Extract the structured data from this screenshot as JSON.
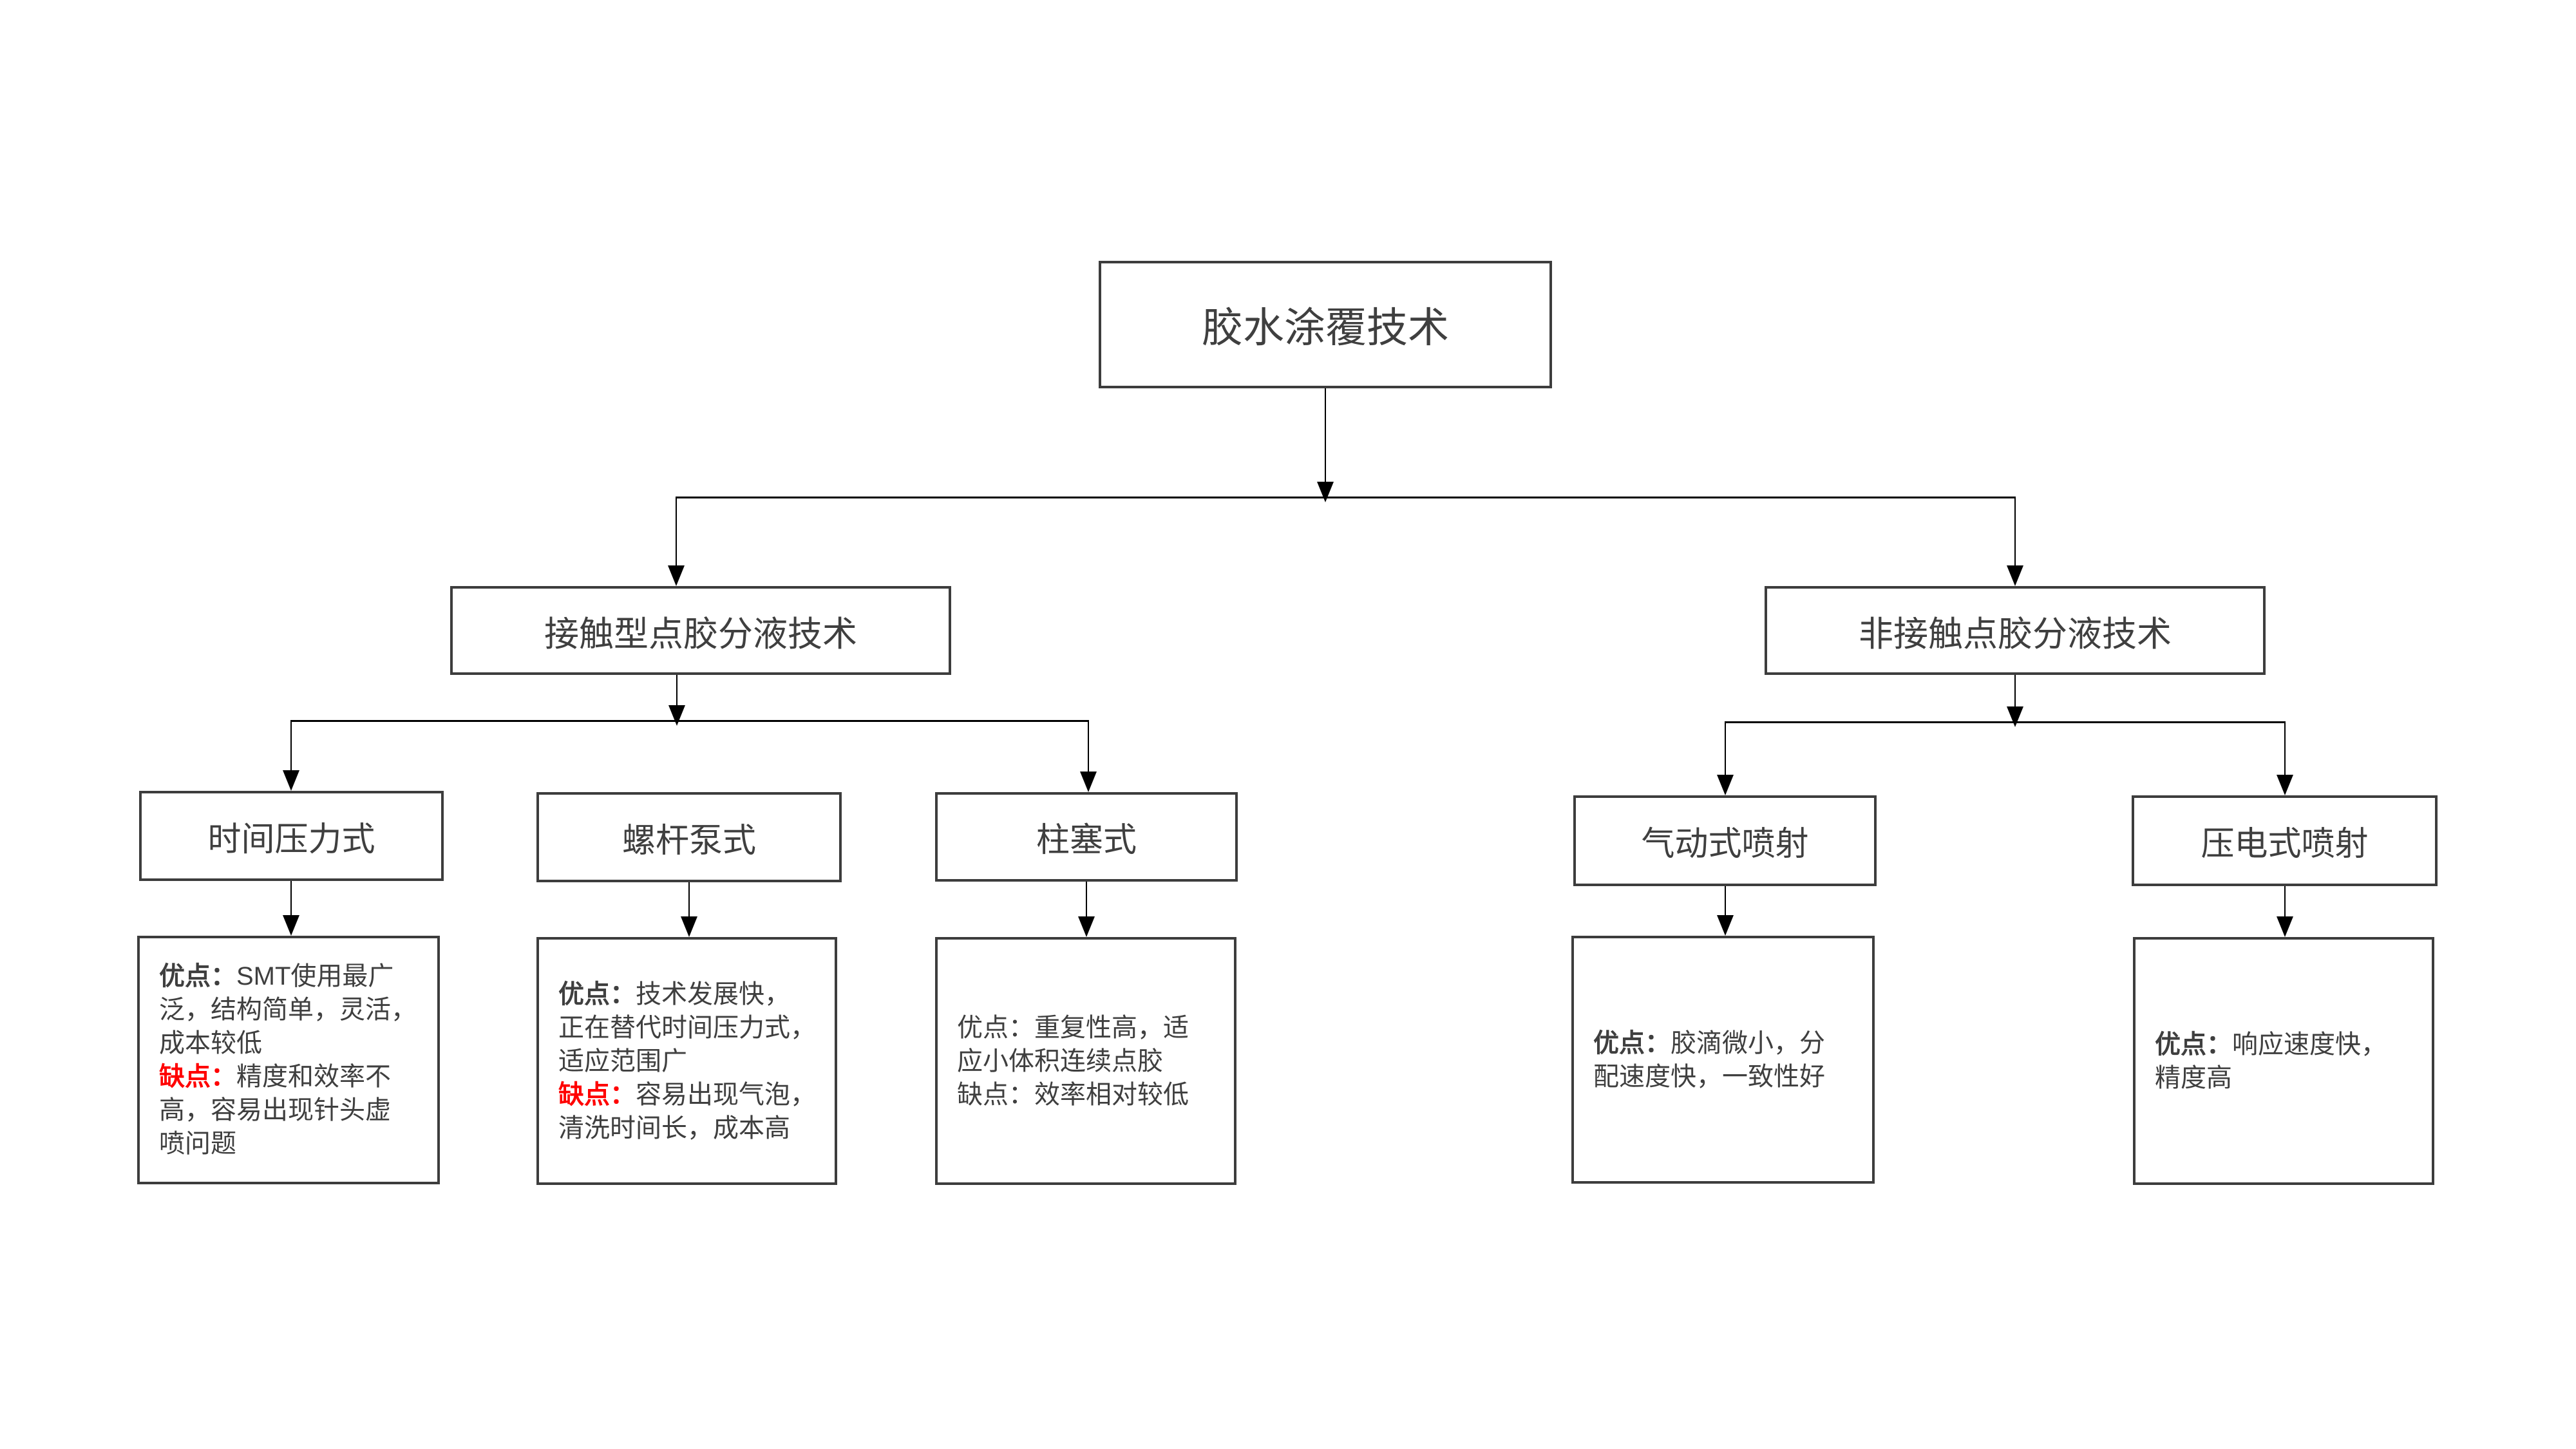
{
  "tree": {
    "root": {
      "label": "胶水涂覆技术"
    },
    "branches": [
      {
        "label": "接触型点胶分液技术"
      },
      {
        "label": "非接触点胶分液技术"
      }
    ],
    "leaves": [
      {
        "label": "时间压力式"
      },
      {
        "label": "螺杆泵式"
      },
      {
        "label": "柱塞式"
      },
      {
        "label": "气动式喷射"
      },
      {
        "label": "压电式喷射"
      }
    ],
    "descs": [
      {
        "adv_label": "优点：",
        "adv_text": "SMT使用最广\n泛，结构简单，灵活，\n成本较低",
        "dis_label": "缺点：",
        "dis_text": "精度和效率不\n高，容易出现针头虚\n喷问题"
      },
      {
        "adv_label": "优点：",
        "adv_text": "技术发展快，\n正在替代时间压力式，\n适应范围广",
        "dis_label": "缺点：",
        "dis_text": "容易出现气泡，\n清洗时间长，成本高"
      },
      {
        "adv_label": "优点：",
        "adv_text": "重复性高，适\n应小体积连续点胶",
        "dis_label": "缺点：",
        "dis_text": "效率相对较低"
      },
      {
        "adv_label": "优点：",
        "adv_text": "胶滴微小，分\n配速度快，一致性好"
      },
      {
        "adv_label": "优点：",
        "adv_text": "响应速度快，\n精度高"
      }
    ],
    "colors": {
      "background": "#ffffff",
      "box_border": "#3d3d3d",
      "text": "#3f3f3f",
      "connector": "#000000",
      "disadvantage_red": "#ff0000"
    }
  }
}
